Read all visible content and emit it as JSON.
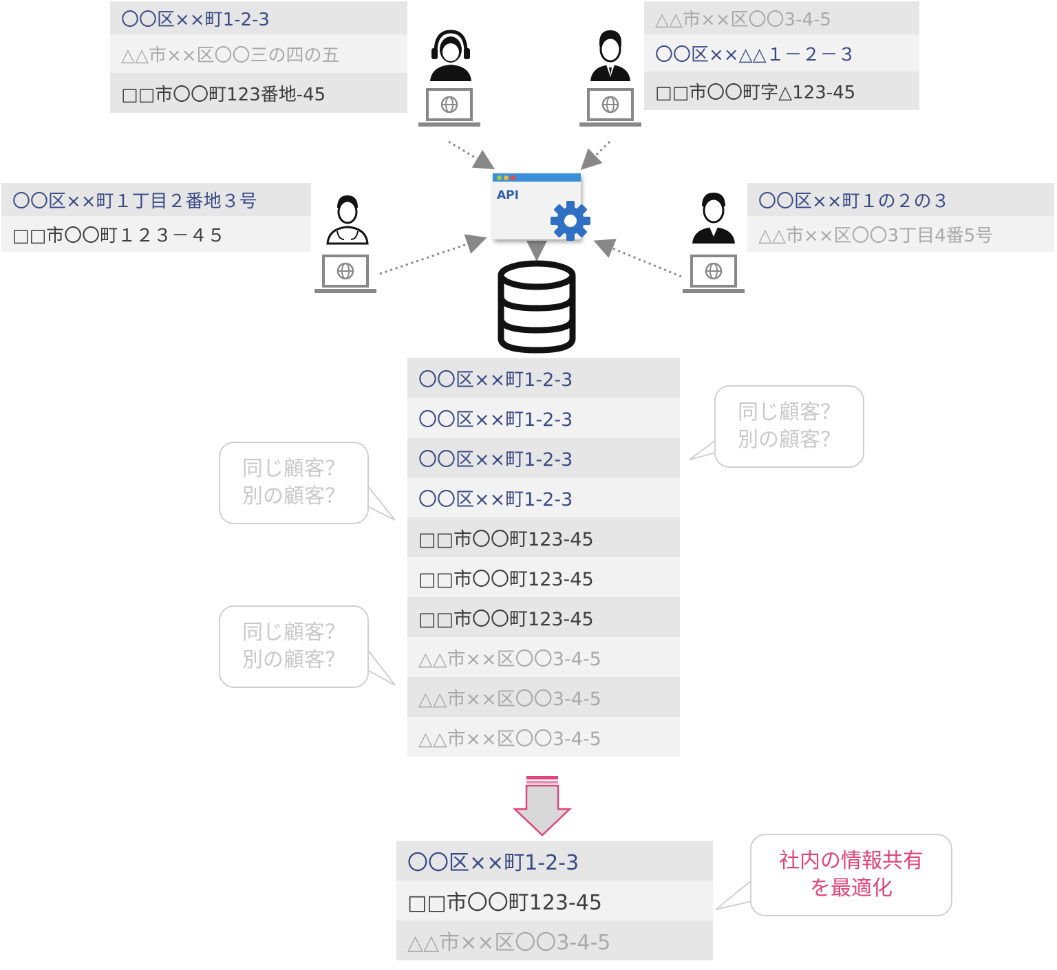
{
  "user_lists": {
    "top_left": [
      {
        "text": "〇〇区××町1-2-3",
        "tone": "blue"
      },
      {
        "text": "△△市××区〇〇三の四の五",
        "tone": "light"
      },
      {
        "text": "□□市〇〇町123番地-45",
        "tone": "dark"
      }
    ],
    "top_right": [
      {
        "text": "△△市××区〇〇3-4-5",
        "tone": "light"
      },
      {
        "text": "〇〇区××△△１－２－３",
        "tone": "blue"
      },
      {
        "text": "□□市〇〇町字△123-45",
        "tone": "dark"
      }
    ],
    "mid_left": [
      {
        "text": "〇〇区××町１丁目２番地３号",
        "tone": "blue"
      },
      {
        "text": "□□市〇〇町１２３－４５",
        "tone": "dark"
      }
    ],
    "mid_right": [
      {
        "text": "〇〇区××町１の２の３",
        "tone": "blue"
      },
      {
        "text": "△△市××区〇〇3丁目4番5号",
        "tone": "light"
      }
    ]
  },
  "api": {
    "label": "API"
  },
  "database_rows": [
    {
      "text": "〇〇区××町1-2-3",
      "tone": "blue"
    },
    {
      "text": "〇〇区××町1-2-3",
      "tone": "blue"
    },
    {
      "text": "〇〇区××町1-2-3",
      "tone": "blue"
    },
    {
      "text": "〇〇区××町1-2-3",
      "tone": "blue"
    },
    {
      "text": "□□市〇〇町123-45",
      "tone": "dark"
    },
    {
      "text": "□□市〇〇町123-45",
      "tone": "dark"
    },
    {
      "text": "□□市〇〇町123-45",
      "tone": "dark"
    },
    {
      "text": "△△市××区〇〇3-4-5",
      "tone": "light"
    },
    {
      "text": "△△市××区〇〇3-4-5",
      "tone": "light"
    },
    {
      "text": "△△市××区〇〇3-4-5",
      "tone": "light"
    }
  ],
  "question_bubbles": {
    "right": {
      "line1": "同じ顧客？",
      "line2": "別の顧客？"
    },
    "left1": {
      "line1": "同じ顧客？",
      "line2": "別の顧客？"
    },
    "left2": {
      "line1": "同じ顧客？",
      "line2": "別の顧客？"
    }
  },
  "result_rows": [
    {
      "text": "〇〇区××町1-2-3",
      "tone": "blue"
    },
    {
      "text": "□□市〇〇町123-45",
      "tone": "dark"
    },
    {
      "text": "△△市××区〇〇3-4-5",
      "tone": "light"
    }
  ],
  "result_bubble": {
    "line1": "社内の情報共有",
    "line2": "を最適化"
  },
  "colors": {
    "blue_text": "#3a4a86",
    "dark_text": "#3d3d3d",
    "light_text": "#a9a9a9",
    "accent_pink": "#e0457a",
    "api_bar": "#3b8fd9",
    "gear": "#2f6fc4"
  },
  "icons": [
    "headset-operator-icon",
    "businessman-icon",
    "doctor-icon",
    "person-icon",
    "laptop-globe-icon",
    "api-window-icon",
    "gear-icon",
    "database-icon",
    "down-arrow-icon"
  ]
}
